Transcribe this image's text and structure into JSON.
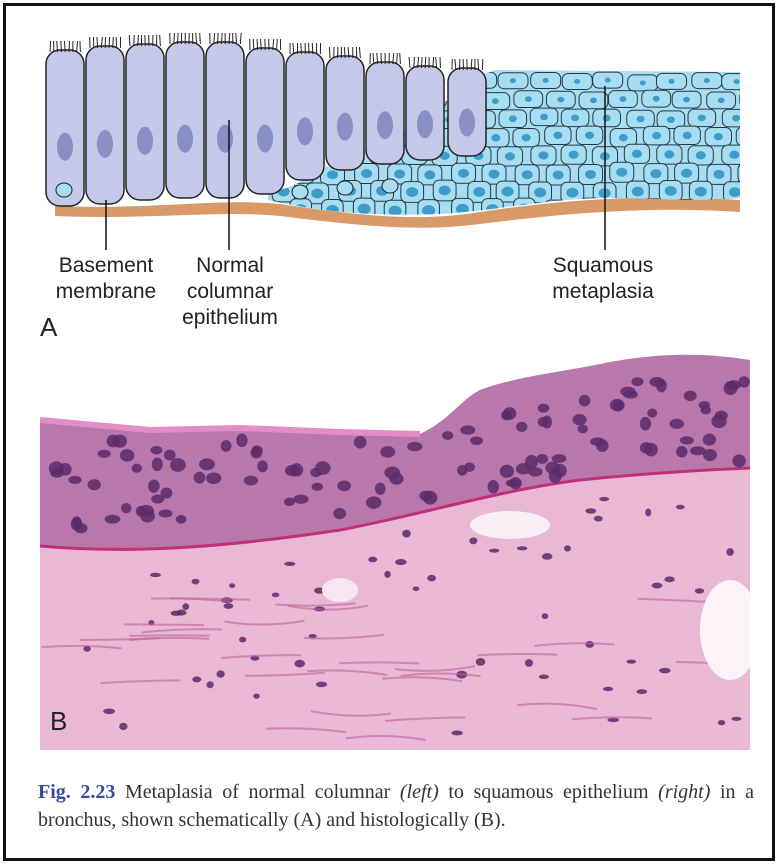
{
  "panel_a": {
    "letter": "A",
    "labels": {
      "basement": "Basement\nmembrane",
      "normal": "Normal\ncolumnar\nepithelium",
      "squamous": "Squamous\nmetaplasia"
    }
  },
  "panel_b": {
    "letter": "B"
  },
  "caption": {
    "fig": "Fig. 2.23",
    "t1": " Metaplasia of normal columnar ",
    "left": "(left)",
    "t2": " to squamous epithelium ",
    "right": "(right)",
    "t3": " in a bronchus, shown schematically (A) and histologically (B)."
  },
  "colors": {
    "columnar_cell": "#c4c9ea",
    "columnar_nucleus": "#8a8fc4",
    "squamous_cell": "#a8dcf0",
    "squamous_nucleus": "#3d9cc9",
    "basement": "#d99a6a",
    "stain_pink": "#d77ab0",
    "stain_purple": "#5a2a6a",
    "caption_fig": "#3a4a9a"
  }
}
